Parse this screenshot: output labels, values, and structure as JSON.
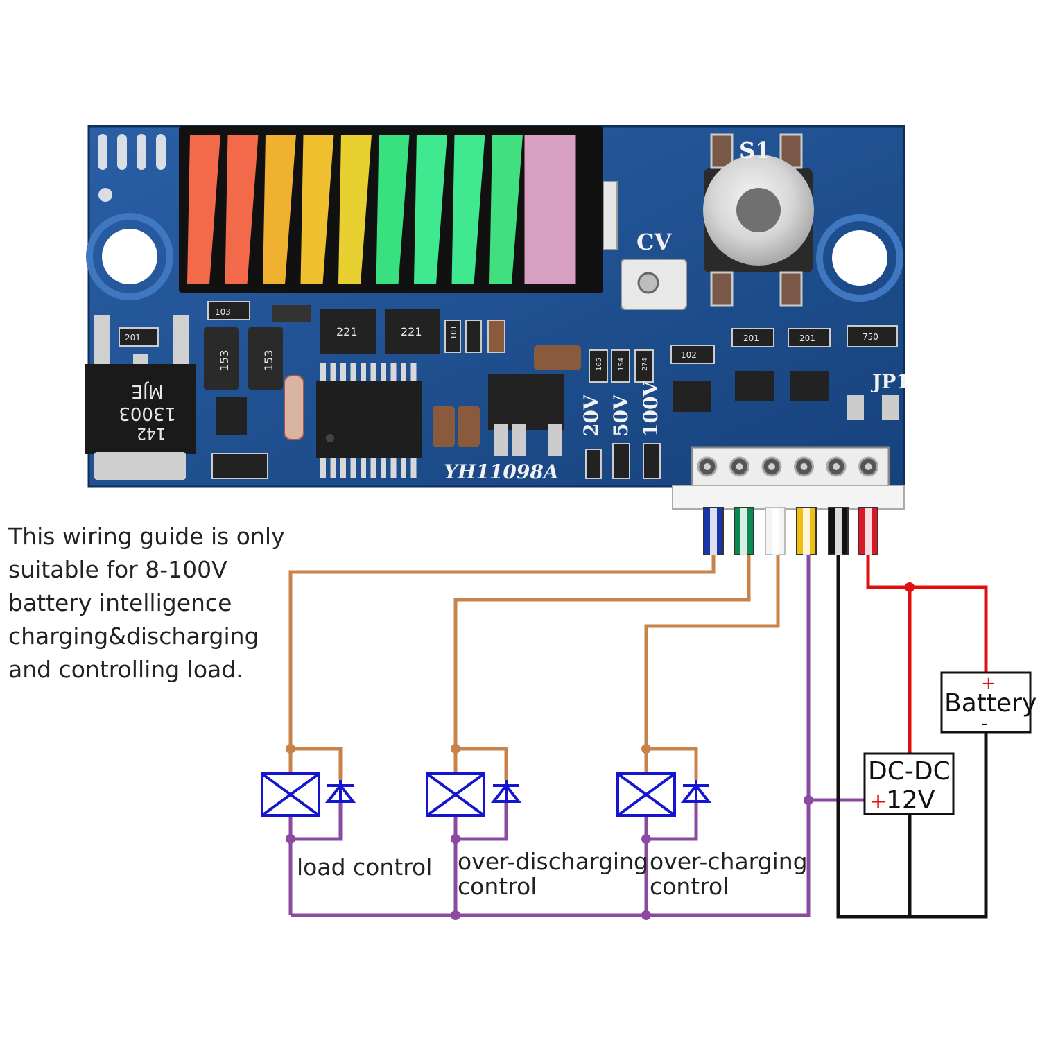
{
  "colors": {
    "pcb": "#1d4f8f",
    "orange_wire": "#c8834a",
    "purple_wire": "#8a4aa0",
    "red_wire": "#e01010",
    "black_wire": "#111111",
    "relay_blue": "#1515d0",
    "led_segments": [
      "#f26a4a",
      "#f26a4a",
      "#f0b030",
      "#f0c030",
      "#e8d030",
      "#38e080",
      "#40e890",
      "#40e890",
      "#40e080",
      "#d8a0c0"
    ],
    "wire_colors": [
      "#1a35a8",
      "#0a8a50",
      "#f4f4f4",
      "#f0c010",
      "#111111",
      "#d81a28"
    ]
  },
  "note": {
    "lines": [
      "This wiring guide is only",
      "suitable for 8-100V",
      "battery intelligence",
      "charging&discharging",
      "and controlling load."
    ]
  },
  "board": {
    "model": "YH11098A",
    "pot_label": "CV",
    "switch_label": "S1",
    "jumper_label": "JP1",
    "voltage_labels": [
      "20V",
      "50V",
      "100V"
    ],
    "transistor_marking": [
      "142",
      "13003",
      "MJE"
    ],
    "resistor_markings": [
      "103",
      "153",
      "153",
      "221",
      "221",
      "201",
      "101",
      "102",
      "201",
      "201",
      "750",
      "165",
      "154",
      "274"
    ]
  },
  "relays": {
    "load_label": "load control",
    "over_discharge_label_1": "over-discharging",
    "over_discharge_label_2": "control",
    "over_charge_label_1": "over-charging",
    "over_charge_label_2": "control"
  },
  "battery": {
    "label": "Battery",
    "plus": "+",
    "minus": "-"
  },
  "dcdc": {
    "label": "DC-DC",
    "plus": "+",
    "output": "12V"
  }
}
